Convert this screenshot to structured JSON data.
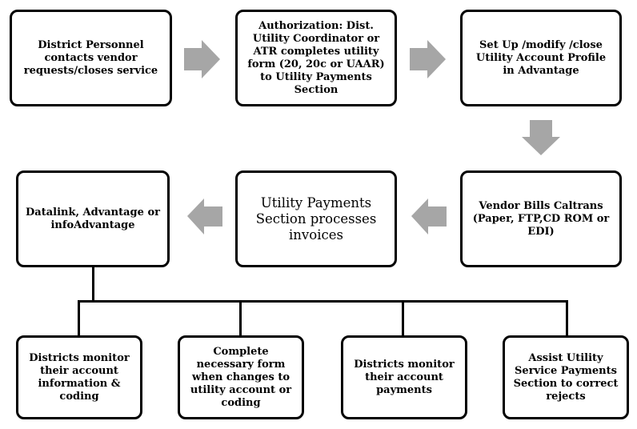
{
  "colors": {
    "arrow": "#a6a6a6",
    "border": "#000000",
    "background": "#ffffff"
  },
  "boxes": {
    "personnel": "District Personnel contacts vendor requests/closes service",
    "authorization": "Authorization: Dist. Utility Coordinator or ATR completes utility form (20, 20c or UAAR) to Utility Payments Section",
    "setup": "Set Up /modify /close Utility Account Profile in Advantage",
    "vendor_bills": "Vendor Bills Caltrans (Paper, FTP,CD ROM or EDI)",
    "processes": "Utility Payments Section processes invoices",
    "datalink": "Datalink, Advantage or infoAdvantage",
    "monitor_info": "Districts monitor their account information & coding",
    "complete_form": "Complete necessary form when changes to utility account or coding",
    "monitor_payments": "Districts monitor their account payments",
    "assist": "Assist Utility Service Payments Section to correct rejects"
  }
}
